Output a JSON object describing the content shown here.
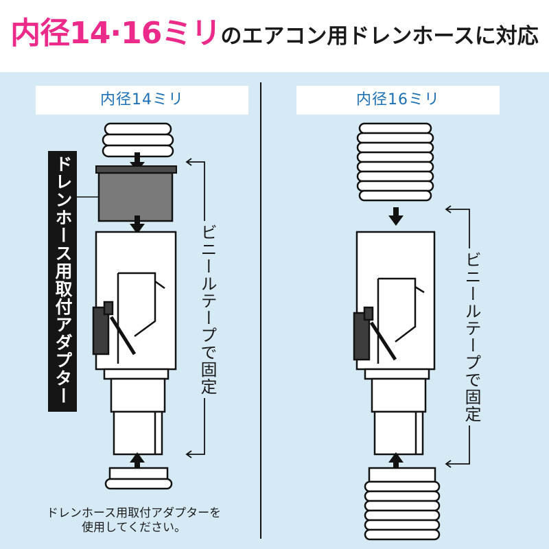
{
  "header": {
    "title_highlight": "内径14·16ミリ",
    "title_rest": "のエアコン用ドレンホースに対応"
  },
  "left_panel": {
    "label": "内径14ミリ",
    "adapter_banner": "ドレンホース用取付アダプター",
    "tape_label": "ビニールテープで固定",
    "note_line1": "ドレンホース用取付アダプターを",
    "note_line2": "使用してください。"
  },
  "right_panel": {
    "label": "内径16ミリ",
    "tape_label": "ビニールテープで固定"
  },
  "colors": {
    "highlight": "#ec2a8a",
    "panel_bg": "#d6eaf6",
    "label_text": "#1a6fb5",
    "adapter_gray": "#7a7a7a"
  }
}
